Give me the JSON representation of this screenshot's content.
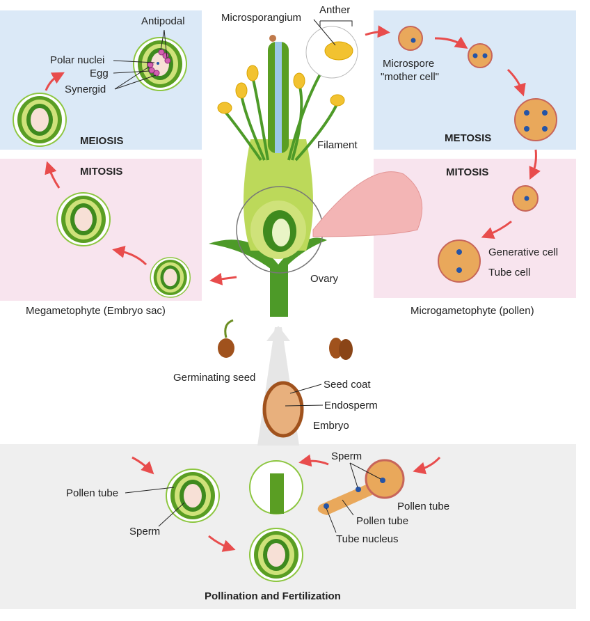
{
  "colors": {
    "meiosis_panel": "#dbe9f7",
    "mitosis_panel": "#f8e4ee",
    "fertilization_panel": "#efefef",
    "arrow": "#e84c4c",
    "green_dark": "#3e8a1e",
    "green_light": "#cfe27a",
    "pollen": "#e9a85b",
    "pollen_edge": "#c7655a",
    "nucleus": "#2554a6",
    "cell_pink": "#d35fb0"
  },
  "female": {
    "meiosis": "MEIOSIS",
    "mitosis": "MITOSIS",
    "caption": "Megametophyte (Embryo sac)",
    "labels": {
      "antipodal": "Antipodal",
      "polar_nuclei": "Polar nuclei",
      "egg": "Egg",
      "synergid": "Synergid"
    }
  },
  "male": {
    "meiosis": "METOSIS",
    "mitosis": "MITOSIS",
    "caption": "Microgametophyte (pollen)",
    "labels": {
      "microspore": "Microspore",
      "mother_cell": "\"mother cell\"",
      "generative_cell": "Generative cell",
      "tube_cell": "Tube cell"
    }
  },
  "flower": {
    "microsporangium": "Microsporangium",
    "anther": "Anther",
    "filament": "Filament",
    "ovary": "Ovary"
  },
  "seed": {
    "germinating": "Germinating seed",
    "seed_coat": "Seed coat",
    "endosperm": "Endosperm",
    "embryo": "Embryo"
  },
  "fertilization": {
    "title": "Pollination and Fertilization",
    "pollen_tube_left": "Pollen tube",
    "sperm_left": "Sperm",
    "sperm_right": "Sperm",
    "pollen_tube_grain": "Pollen tube",
    "pollen_tube_mid": "Pollen tube",
    "tube_nucleus": "Tube nucleus"
  }
}
